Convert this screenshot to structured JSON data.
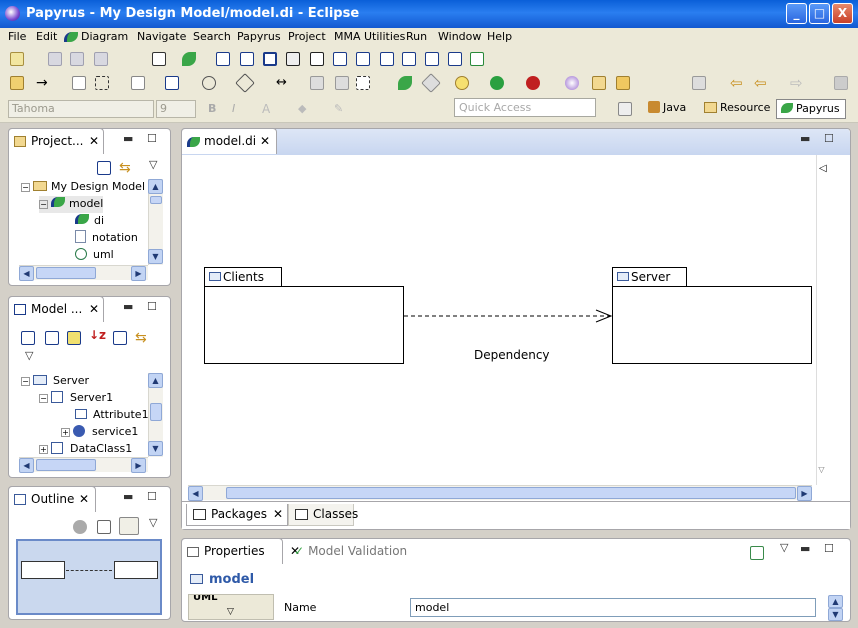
{
  "window": {
    "title": "Papyrus - My Design Model/model.di - Eclipse",
    "min": "_",
    "max": "□",
    "close": "X"
  },
  "menu": [
    "File",
    "Edit",
    "Diagram",
    "Navigate",
    "Search",
    "Papyrus",
    "Project",
    "MMA Utilities",
    "Run",
    "Window",
    "Help"
  ],
  "format_bar": {
    "font": "Tahoma",
    "size": "9",
    "bold": "B",
    "italic": "I"
  },
  "quick_access": {
    "placeholder": "Quick Access"
  },
  "perspectives": [
    "Java",
    "Resource",
    "Papyrus"
  ],
  "project_explorer": {
    "title": "Project...",
    "items": [
      {
        "label": "My Design Model"
      },
      {
        "label": "model"
      },
      {
        "label": "di"
      },
      {
        "label": "notation"
      },
      {
        "label": "uml"
      }
    ]
  },
  "model_explorer": {
    "title": "Model ...",
    "items": [
      {
        "label": "Server"
      },
      {
        "label": "Server1"
      },
      {
        "label": "Attribute1"
      },
      {
        "label": "service1"
      },
      {
        "label": "DataClass1"
      }
    ]
  },
  "outline": {
    "title": "Outline"
  },
  "editor": {
    "tab": "model.di",
    "packages": [
      {
        "name": "Clients"
      },
      {
        "name": "Server"
      }
    ],
    "dependency_label": "Dependency",
    "bottom_tabs": [
      "Packages",
      "Classes"
    ]
  },
  "properties": {
    "tab": "Properties",
    "tab2": "Model Validation",
    "heading": "model",
    "side_tab": "UML",
    "field_label": "Name",
    "field_value": "model"
  },
  "colors": {
    "accent": "#316ac5",
    "titlebar": "#0a5fd8",
    "chrome": "#ece9d8",
    "heading": "#2f5aa8"
  }
}
